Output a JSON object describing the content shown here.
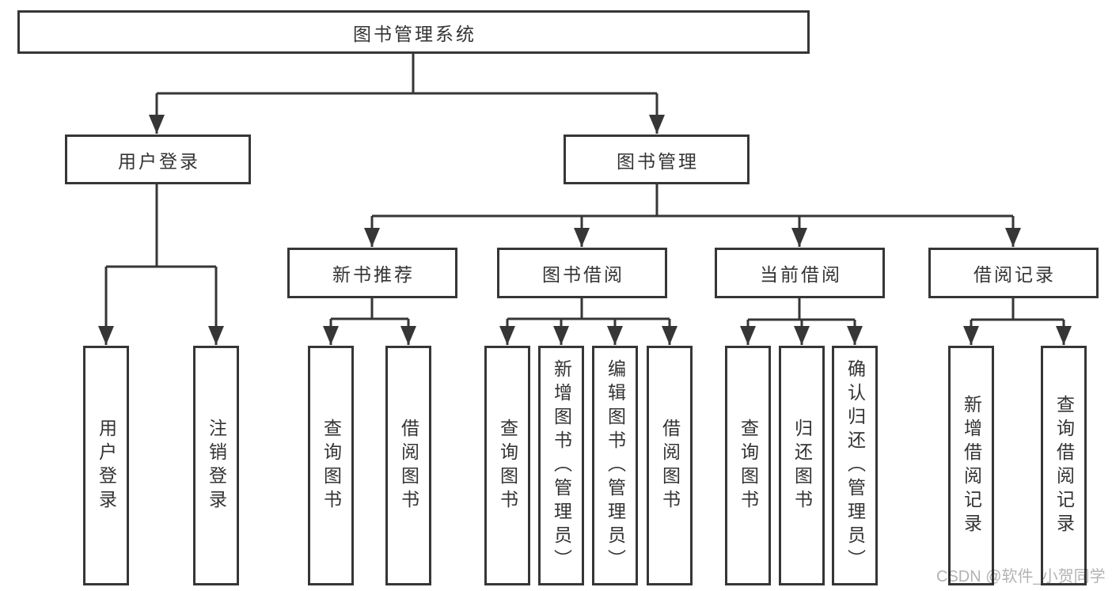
{
  "diagram": {
    "title": "图书管理系统",
    "branches": {
      "user_login": {
        "label": "用户登录",
        "children": {
          "login": "用户登录",
          "logout": "注销登录"
        }
      },
      "book_mgmt": {
        "label": "图书管理",
        "children": {
          "new_book_rec": {
            "label": "新书推荐",
            "children": {
              "query": "查询图书",
              "borrow": "借阅图书"
            }
          },
          "book_borrow": {
            "label": "图书借阅",
            "children": {
              "query": "查询图书",
              "add": "新增图书（管理员）",
              "edit": "编辑图书（管理员）",
              "borrow": "借阅图书"
            }
          },
          "current_borrow": {
            "label": "当前借阅",
            "children": {
              "query": "查询图书",
              "return": "归还图书",
              "confirm": "确认归还（管理员）"
            }
          },
          "borrow_records": {
            "label": "借阅记录",
            "children": {
              "add": "新增借阅记录",
              "query": "查询借阅记录"
            }
          }
        }
      }
    }
  },
  "watermark": "CSDN @软件_小贺同学",
  "colors": {
    "line": "#363636",
    "text": "#333333",
    "watermark": "#b3b3b3",
    "background": "#ffffff"
  }
}
